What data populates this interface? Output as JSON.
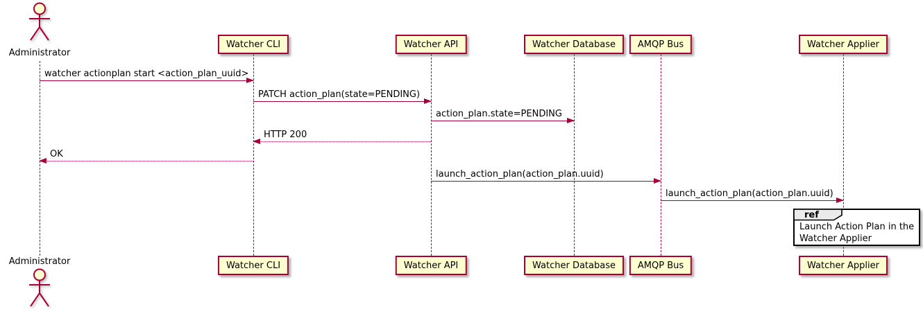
{
  "diagram": {
    "type": "sequence",
    "colors": {
      "line": "#A80036",
      "participant_fill": "#FEFECE",
      "text": "#000000",
      "background": "#FFFFFF",
      "ref_border": "#000000",
      "ref_header_fill": "#EBEBEB"
    },
    "participants": [
      {
        "name": "Administrator",
        "kind": "actor"
      },
      {
        "name": "Watcher CLI",
        "kind": "participant"
      },
      {
        "name": "Watcher API",
        "kind": "participant"
      },
      {
        "name": "Watcher Database",
        "kind": "participant"
      },
      {
        "name": "AMQP Bus",
        "kind": "participant"
      },
      {
        "name": "Watcher Applier",
        "kind": "participant"
      }
    ],
    "messages": [
      {
        "from": "Administrator",
        "to": "Watcher CLI",
        "line": "solid",
        "label": "watcher actionplan start <action_plan_uuid>"
      },
      {
        "from": "Watcher CLI",
        "to": "Watcher API",
        "line": "solid",
        "label": "PATCH action_plan(state=PENDING)"
      },
      {
        "from": "Watcher API",
        "to": "Watcher Database",
        "line": "solid",
        "label": "action_plan.state=PENDING"
      },
      {
        "from": "Watcher API",
        "to": "Watcher CLI",
        "line": "dotted",
        "label": "HTTP 200"
      },
      {
        "from": "Watcher CLI",
        "to": "Administrator",
        "line": "dotted",
        "label": "OK"
      },
      {
        "from": "Watcher API",
        "to": "AMQP Bus",
        "line": "solid",
        "label": "launch_action_plan(action_plan.uuid)"
      },
      {
        "from": "AMQP Bus",
        "to": "Watcher Applier",
        "line": "solid",
        "label": "launch_action_plan(action_plan.uuid)"
      }
    ],
    "ref": {
      "keyword": "ref",
      "over": "Watcher Applier",
      "line1": "Launch Action Plan in the",
      "line2": "Watcher Applier"
    }
  }
}
